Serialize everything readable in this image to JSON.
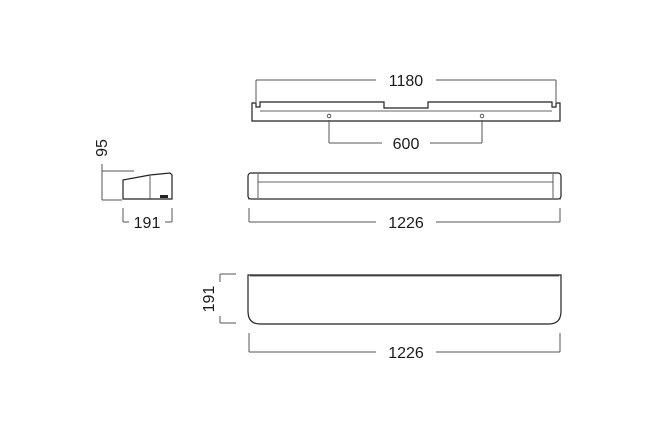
{
  "dimensions": {
    "mount_rail_length": "1180",
    "mount_hole_spacing": "600",
    "end_view_height": "95",
    "end_view_width": "191",
    "side_view_length": "1226",
    "top_view_depth": "191",
    "top_view_length": "1226"
  },
  "colors": {
    "outline": "#222222",
    "dimension": "#555555",
    "background": "#ffffff"
  }
}
